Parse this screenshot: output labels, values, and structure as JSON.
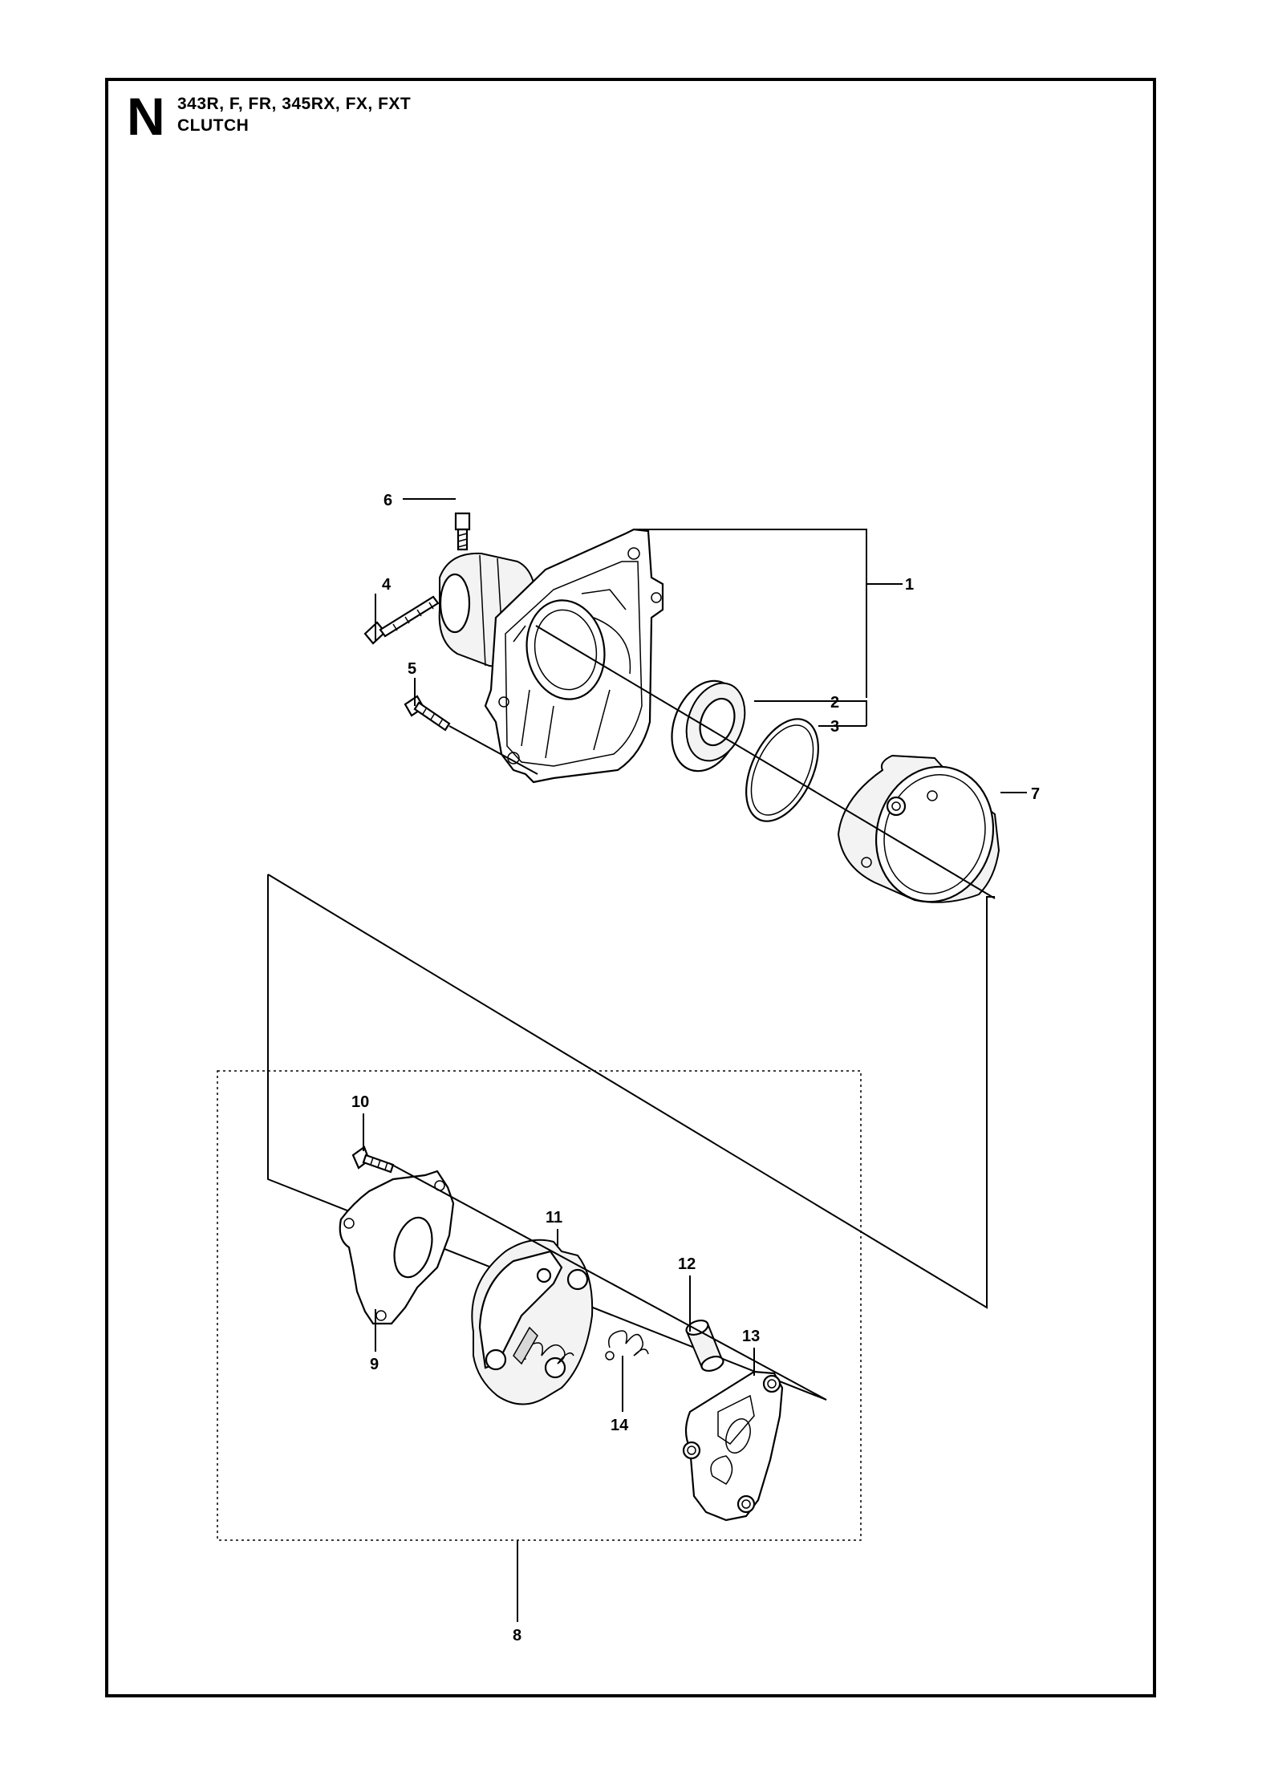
{
  "header": {
    "section_letter": "N",
    "models": "343R, F, FR, 345RX, FX, FXT",
    "title": "CLUTCH"
  },
  "callouts": {
    "p1": "1",
    "p2": "2",
    "p3": "3",
    "p4": "4",
    "p5": "5",
    "p6": "6",
    "p7": "7",
    "p8": "8",
    "p9": "9",
    "p10": "10",
    "p11": "11",
    "p12": "12",
    "p13": "13",
    "p14": "14"
  }
}
